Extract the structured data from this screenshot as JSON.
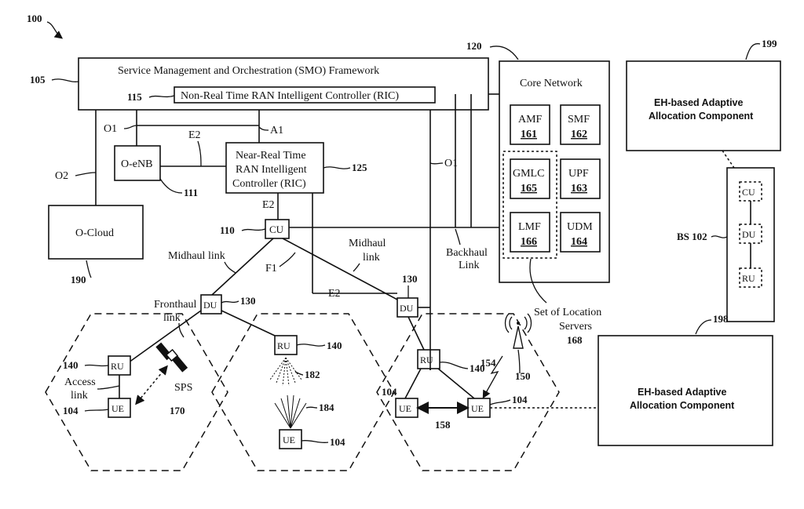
{
  "refs": {
    "r100": "100",
    "r105": "105",
    "r115": "115",
    "r120": "120",
    "r199": "199",
    "r125": "125",
    "r111": "111",
    "r110": "110",
    "r190": "190",
    "r130a": "130",
    "r130b": "130",
    "r140a": "140",
    "r140b": "140",
    "r140c": "140",
    "r104a": "104",
    "r104b": "104",
    "r104c": "104",
    "r104d": "104",
    "r170": "170",
    "r182": "182",
    "r184": "184",
    "r150": "150",
    "r154": "154",
    "r158": "158",
    "r168": "168",
    "r198": "198"
  },
  "smo": {
    "title": "Service Management and Orchestration (SMO) Framework",
    "ric": "Non-Real Time RAN Intelligent Controller (RIC)"
  },
  "core": {
    "title": "Core Network",
    "amf": "AMF",
    "amf_num": "161",
    "smf": "SMF",
    "smf_num": "162",
    "gmlc": "GMLC",
    "gmlc_num": "165",
    "upf": "UPF",
    "upf_num": "163",
    "lmf": "LMF",
    "lmf_num": "166",
    "udm": "UDM",
    "udm_num": "164"
  },
  "eh_top": {
    "line1": "EH-based Adaptive",
    "line2": "Allocation Component"
  },
  "eh_bottom": {
    "line1": "EH-based Adaptive",
    "line2": "Allocation Component"
  },
  "bs": {
    "label": "BS 102",
    "cu": "CU",
    "du": "DU",
    "ru": "RU"
  },
  "nodes": {
    "oenb": "O-eNB",
    "nrric1": "Near-Real Time",
    "nrric2": "RAN Intelligent",
    "nrric3": "Controller (RIC)",
    "ocloud": "O-Cloud",
    "cu": "CU",
    "du1": "DU",
    "du2": "DU",
    "ru1": "RU",
    "ru2": "RU",
    "ru3": "RU",
    "ue1": "UE",
    "ue2": "UE",
    "ue3": "UE",
    "ue4": "UE"
  },
  "links": {
    "o1a": "O1",
    "o1b": "O1",
    "o2": "O2",
    "e2a": "E2",
    "e2b": "E2",
    "e2c": "E2",
    "a1": "A1",
    "f1": "F1",
    "midhaul1a": "Midhaul link",
    "midhaul2a": "Midhaul",
    "midhaul2b": "link",
    "backhaul1": "Backhaul",
    "backhaul2": "Link",
    "fronthaul1": "Fronthaul",
    "fronthaul2": "link",
    "access1": "Access",
    "access2": "link",
    "sps": "SPS",
    "loc1": "Set of Location",
    "loc2": "Servers"
  }
}
